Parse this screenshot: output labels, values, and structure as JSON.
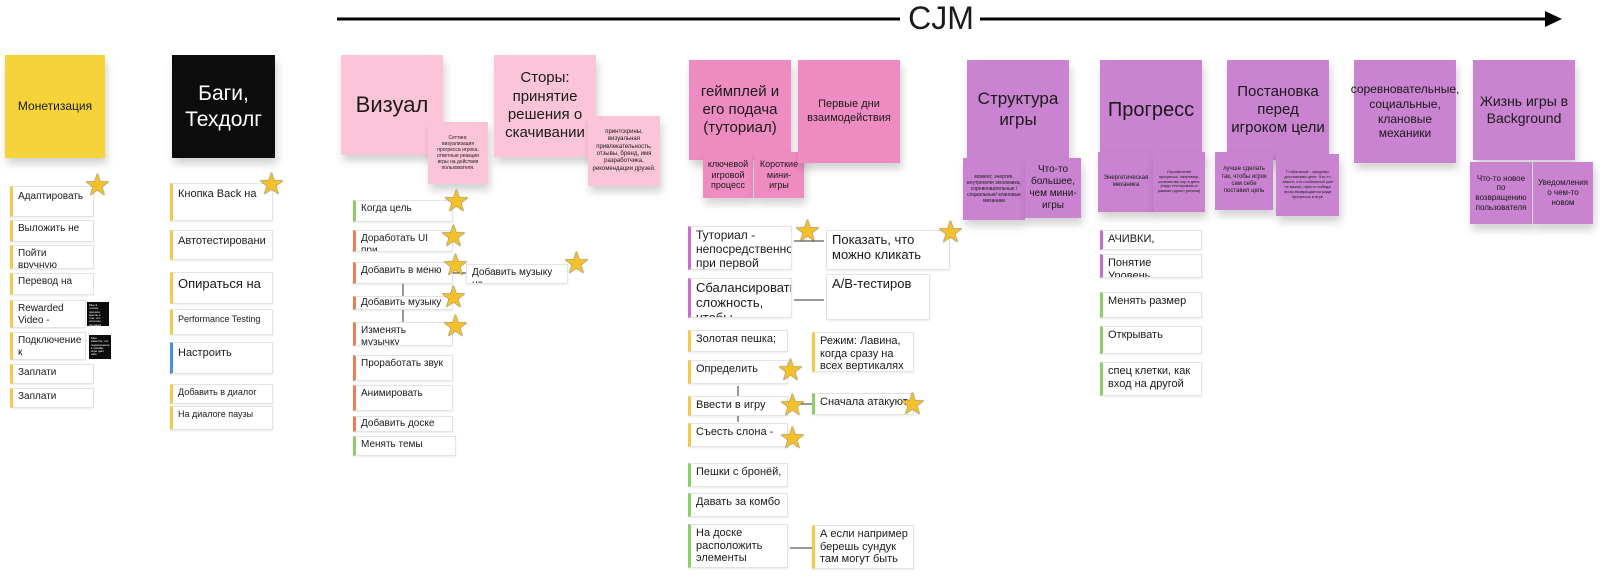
{
  "title": "CJM",
  "colors": {
    "yellow": "#f7d33a",
    "black": "#0c0c0c",
    "pink_light": "#fcc4d9",
    "pink": "#ee8bc1",
    "purple": "#c983d0",
    "star": "#f5c12a"
  },
  "col_monetization": {
    "header": "Монетизация",
    "cards": [
      "Адаптировать",
      "Выложить не",
      "Пойти вручную рекламировать на",
      "Перевод на",
      "Rewarded Video - посмотри",
      "Подключение к",
      "Заплати",
      "Заплати"
    ],
    "note_a": "Мне в голову пришла мысль о том, что если мы продаем",
    "note_b": "Мне кажется, что подключение к онлайн игре даст нам"
  },
  "col_bugs": {
    "header": "Баги, Техдолг",
    "cards": [
      "Кнопка Back на",
      "Автотестировани",
      "Опираться на",
      "Performance Testing",
      "Настроить",
      "Добавить в диалог",
      "На диалоге паузы"
    ]
  },
  "col_visual": {
    "header": "Визуал",
    "note": "Сеттинг, визуализация прогресса игрока, ответные реакции игры на действия пользователя.",
    "cards": [
      "Когда цель",
      "Доработать UI при",
      "Добавить в меню",
      "Добавить музыку на",
      "Изменять музычку",
      "Проработать звук",
      "Анимировать",
      "Добавить доске",
      "Менять темы"
    ],
    "side_card": "Добавить музыку на"
  },
  "col_stores": {
    "header": "Сторы: принятие решения о скачивании",
    "note": "принтскрины, визуальная привлекательность, отзывы, бренд, имя разработчика, рекомендации друзей."
  },
  "col_gameplay": {
    "header": "геймплей и его подача (туториал)",
    "sub_a": "ключевой игровой процесс",
    "sub_b": "Короткие мини-игры",
    "cards": [
      "Туториал - непосредственно при первой игре",
      "Сбалансировать сложность, чтобы",
      "Золотая пешка;",
      "Определить",
      "Ввести в игру",
      "Съесть слона -",
      "Пешки с бронёй,",
      "Давать за комбо",
      "На доске расположить элементы"
    ],
    "right_cards": [
      "Показать, что можно кликать",
      "A/B-тестиров",
      "Режим: Лавина, когда сразу на всех вертикалях",
      "Сначала атакуют",
      "А если например берешь сундук там могут быть"
    ]
  },
  "col_first_days": {
    "header": "Первые дни взаимодействия"
  },
  "col_structure": {
    "header": "Структура игры",
    "sub_a": "момент, энергия, внутренняя экономика, соревновательные /социальные/ клановые механики",
    "sub_b": "Что-то большее, чем мини-игры"
  },
  "col_progress": {
    "header": "Прогресс",
    "sub_a": "Энергетическая механика",
    "sub_b": "Ограничение прогресса, например, количество игр в день (надо тестировать в рамках одного релиза)",
    "cards": [
      "АЧИВКИ, награды",
      "Понятие Уровень",
      "Менять размер",
      "Открывать",
      "спец клетки, как вход на другой"
    ]
  },
  "col_goals": {
    "header": "Постановка перед игроком цели",
    "sub_a": "лучше сделать так, чтобы игрок сам себе поставил цель",
    "sub_b": "Глобальной - средство достижения цели. Что-то значит, что глобальной уже не важно, просто победа игрок возвращается ради прогресса в игре"
  },
  "col_social": {
    "header": "соревновательные, социальные, клановые механики"
  },
  "col_background": {
    "header": "Жизнь игры в Background",
    "sub_a": "Что-то новое по возвращению пользователя",
    "sub_b": "Уведомления о чем-то новом"
  }
}
